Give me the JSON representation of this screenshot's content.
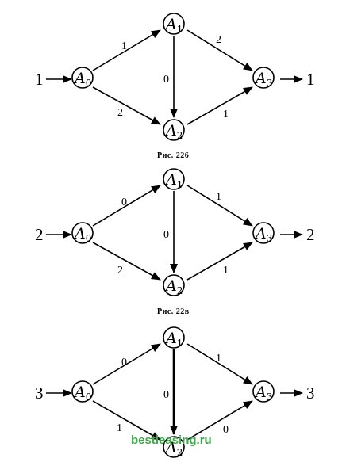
{
  "nodes": {
    "a0": {
      "letter": "A",
      "sub": "0"
    },
    "a1": {
      "letter": "A",
      "sub": "1"
    },
    "a2": {
      "letter": "A",
      "sub": "2"
    },
    "a3": {
      "letter": "A",
      "sub": "3"
    }
  },
  "diagrams": [
    {
      "input": "1",
      "output": "1",
      "caption": "Рис. 226",
      "weights": {
        "a0_a1": "1",
        "a0_a2": "2",
        "a1_a2": "0",
        "a1_a3": "2",
        "a2_a3": "1"
      }
    },
    {
      "input": "2",
      "output": "2",
      "caption": "Рис. 22в",
      "weights": {
        "a0_a1": "0",
        "a0_a2": "2",
        "a1_a2": "0",
        "a1_a3": "1",
        "a2_a3": "1"
      }
    },
    {
      "input": "3",
      "output": "3",
      "caption": "",
      "weights": {
        "a0_a1": "0",
        "a0_a2": "1",
        "a1_a2": "0",
        "a1_a3": "1",
        "a2_a3": "0"
      }
    }
  ],
  "watermark": "bestleasing.ru",
  "colors": {
    "watermark": "#3fa84a"
  }
}
